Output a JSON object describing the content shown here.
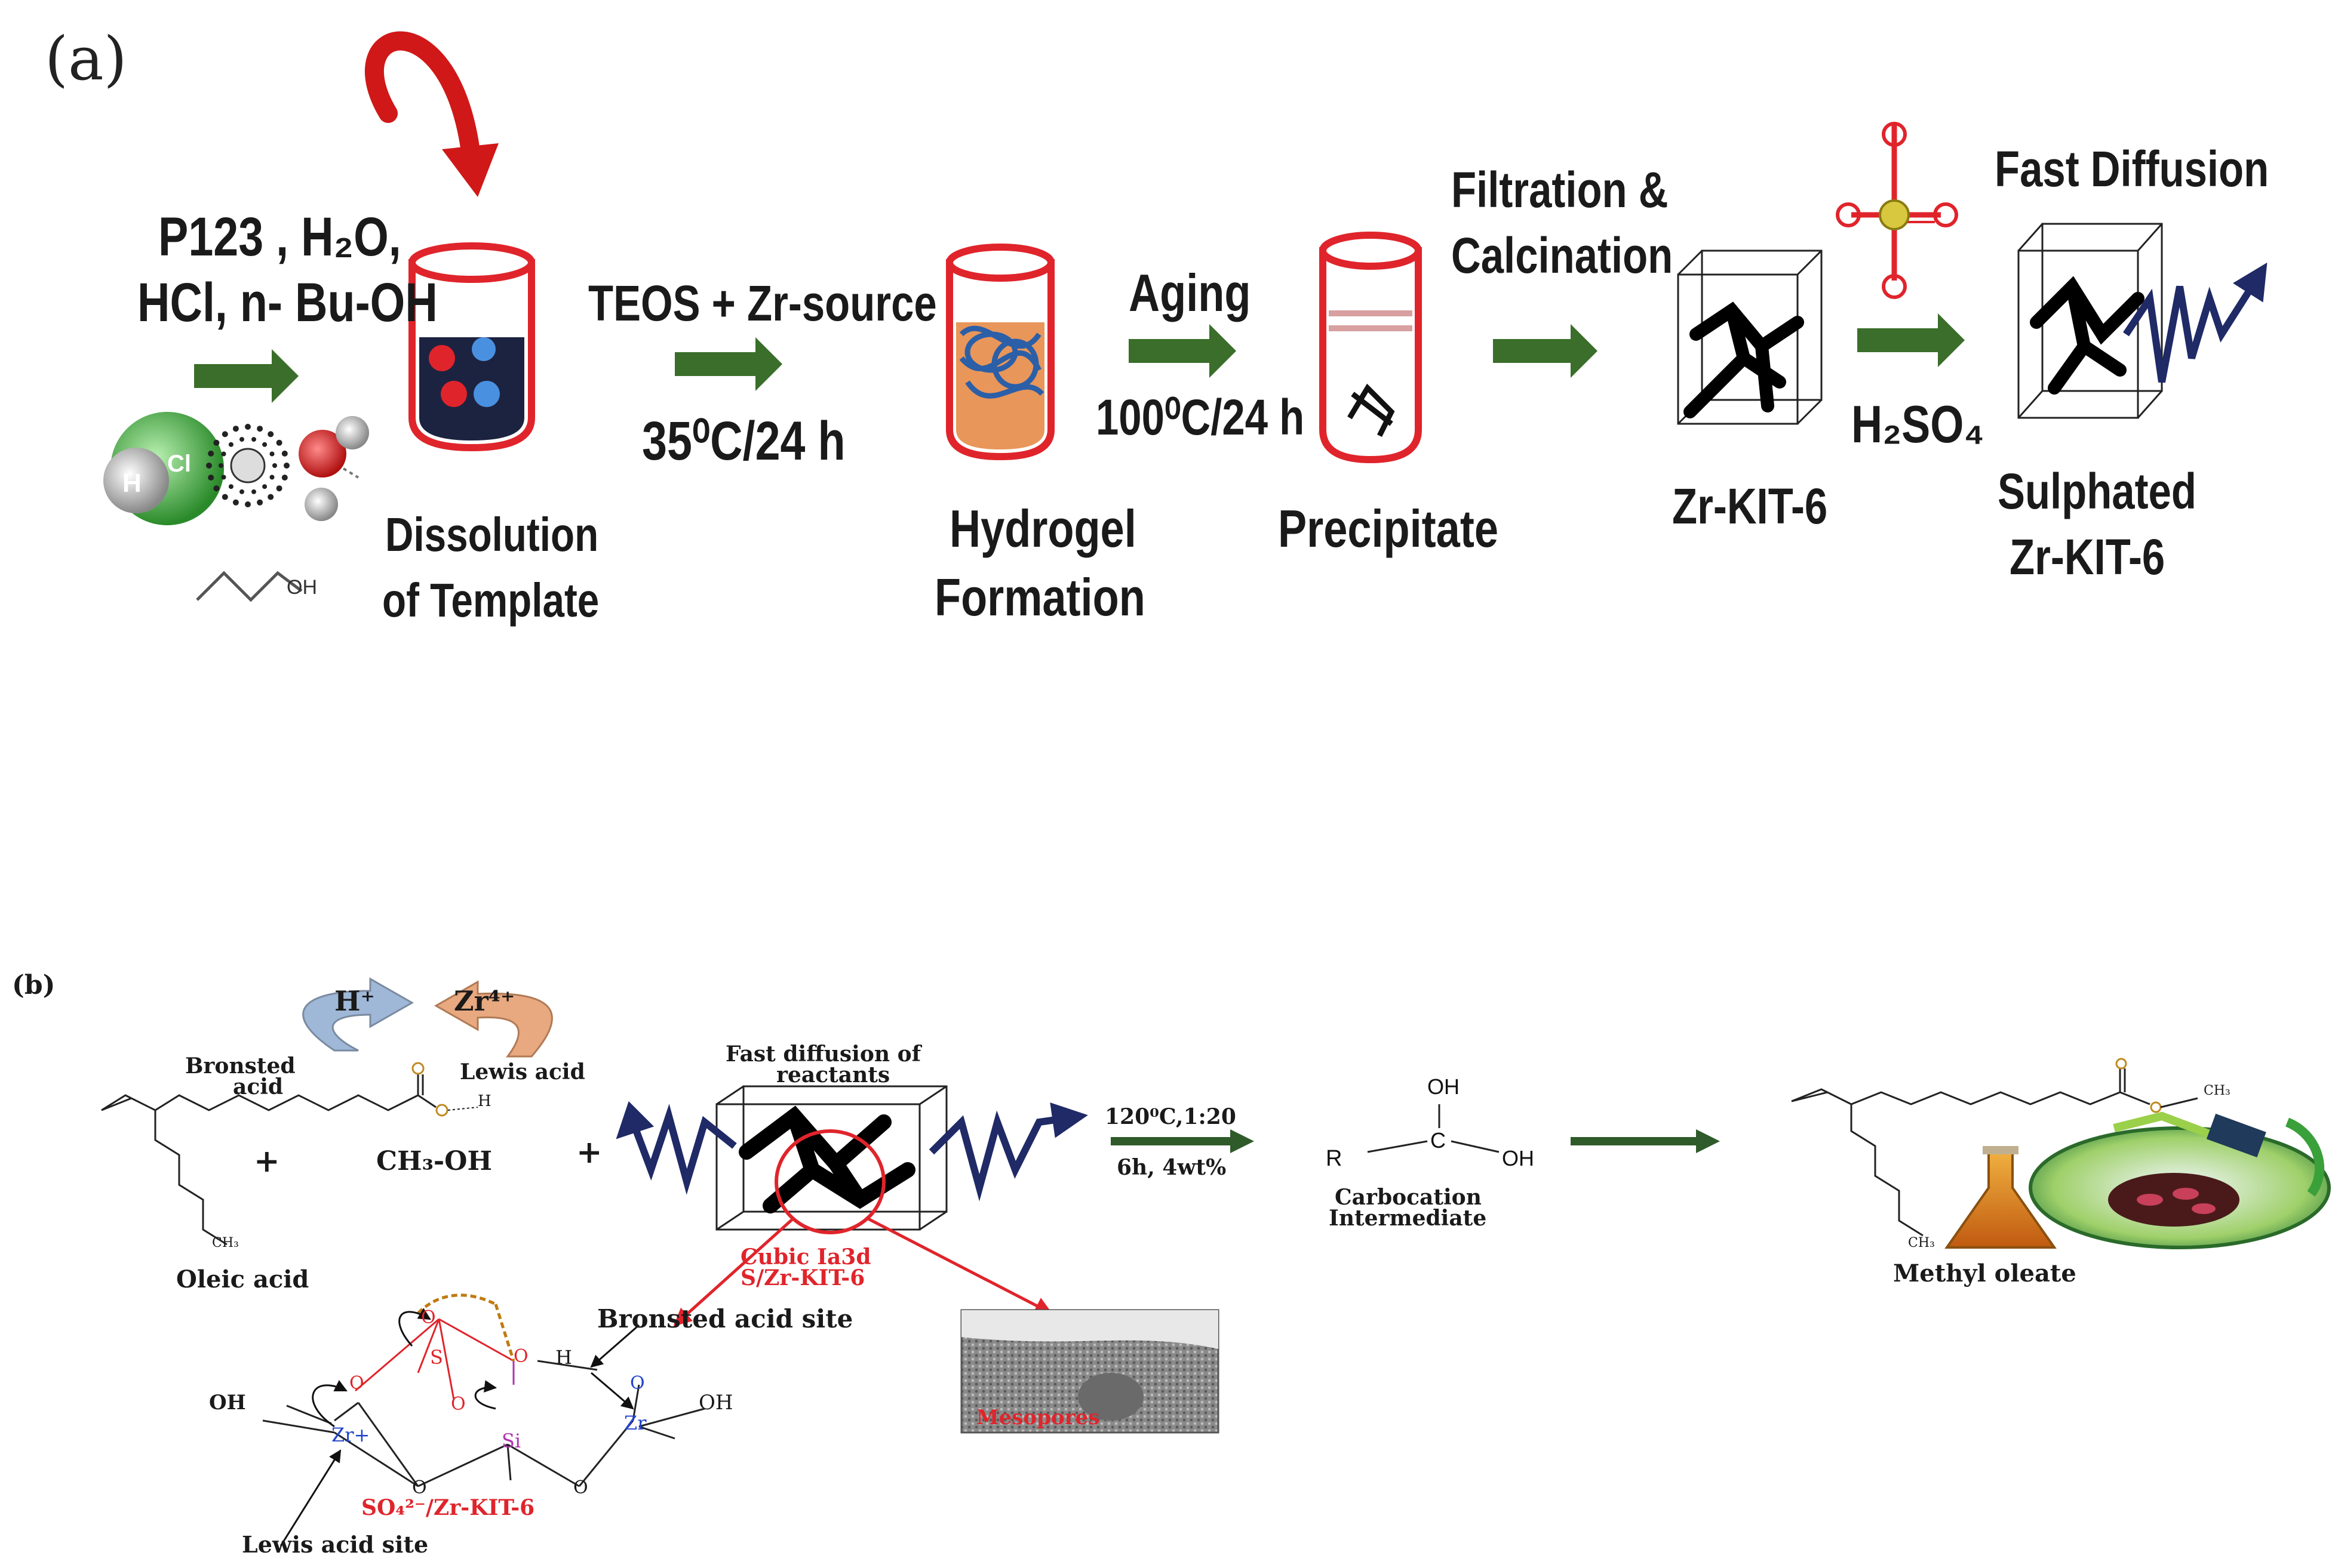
{
  "panel_a": {
    "label": "(a)",
    "reagents_line1": "P123 , H₂O,",
    "reagents_line2": "HCl, n- Bu-OH",
    "step1_line1": "Dissolution",
    "step1_line2": "of Template",
    "cond_top_2": "TEOS + Zr-source",
    "cond_bottom_2": "35⁰C/24 h",
    "step2_line1": "Hydrogel",
    "step2_line2": "Formation",
    "cond_top_3": "Aging",
    "cond_bottom_3": "100⁰C/24 h",
    "step3": "Precipitate",
    "cond_top_4_line1": "Filtration &",
    "cond_top_4_line2": "Calcination",
    "step4": "Zr-KIT-6",
    "cond_bottom_5": "H₂SO₄",
    "step5_top": "Fast Diffusion",
    "step5_line1": "Sulphated",
    "step5_line2": "Zr-KIT-6",
    "hcl_h": "H",
    "hcl_cl": "Cl",
    "butanol_oh": "OH"
  },
  "panel_b": {
    "label": "(b)",
    "h_plus": "H⁺",
    "zr4": "Zr⁴⁺",
    "bronsted_line1": "Bronsted",
    "bronsted_line2": "acid",
    "lewis": "Lewis acid",
    "oleic_label": "Oleic acid",
    "plus1": "+",
    "methanol": "CH₃-OH",
    "plus2": "+",
    "fast_line1": "Fast diffusion of",
    "fast_line2": "reactants",
    "cubic_line1": "Cubic Ia3d",
    "cubic_line2": "S/Zr-KIT-6",
    "cond_line1": "120⁰C,1:20",
    "cond_line2": "6h, 4wt%",
    "carbo_line1": "Carbocation",
    "carbo_line2": "Intermediate",
    "carbo_oh_top": "OH",
    "carbo_r": "R",
    "carbo_c": "C",
    "carbo_oh_right": "OH",
    "methyl_oleate": "Methyl oleate",
    "bronsted_site": "Bronsted acid site",
    "lewis_site": "Lewis acid site",
    "sulfated_label": "SO₄²⁻/Zr-KIT-6",
    "mesopores": "Mesopores",
    "oh_left": "OH",
    "oh_right": "OH",
    "zr_plus": "Zr+",
    "zr": "Zr",
    "si": "Si",
    "s": "S",
    "h": "H",
    "o": "O",
    "ch3": "CH₃",
    "oleic_oh": "H"
  },
  "colors": {
    "green_arrow": "#3a6e2a",
    "red_container": "#e0242b",
    "navy": "#1f2a66",
    "red_text": "#e0242b",
    "orange_fill": "#e8965a",
    "blue_site": "#2244cc",
    "purple_site": "#b033b0"
  }
}
